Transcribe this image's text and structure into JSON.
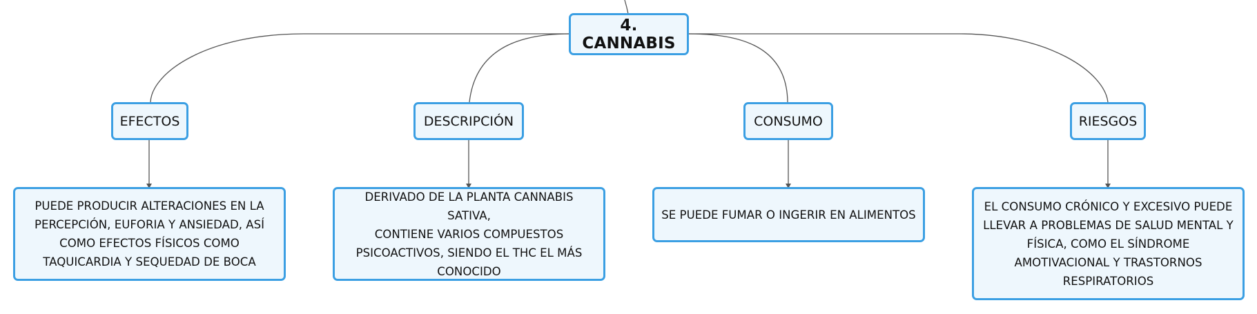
{
  "diagram": {
    "root": {
      "label": "4. CANNABIS"
    },
    "branches": [
      {
        "label": "EFECTOS",
        "detail": [
          "PUEDE PRODUCIR ALTERACIONES EN LA",
          "PERCEPCIÓN, EUFORIA Y ANSIEDAD, ASÍ",
          "COMO EFECTOS FÍSICOS COMO",
          "TAQUICARDIA Y SEQUEDAD DE BOCA"
        ]
      },
      {
        "label": "DESCRIPCIÓN",
        "detail": [
          "DERIVADO DE LA PLANTA CANNABIS SATIVA,",
          "CONTIENE VARIOS COMPUESTOS",
          "PSICOACTIVOS, SIENDO EL THC EL MÁS",
          "CONOCIDO"
        ]
      },
      {
        "label": "CONSUMO",
        "detail": [
          "SE PUEDE FUMAR O INGERIR EN ALIMENTOS"
        ]
      },
      {
        "label": "RIESGOS",
        "detail": [
          "EL CONSUMO CRÓNICO Y EXCESIVO PUEDE",
          "LLEVAR A PROBLEMAS DE SALUD MENTAL Y",
          "FÍSICA, COMO EL SÍNDROME",
          "AMOTIVACIONAL Y TRASTORNOS",
          "RESPIRATORIOS"
        ]
      }
    ],
    "colors": {
      "node_border": "#3b9fe3",
      "node_fill": "#eef7fd",
      "connector": "#555555",
      "text": "#111111"
    }
  }
}
